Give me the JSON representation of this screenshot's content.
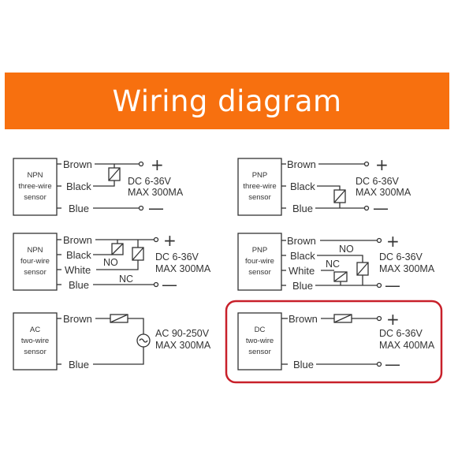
{
  "title": "Wiring diagram",
  "colors": {
    "banner": "#f7700f",
    "highlight": "#c8202a",
    "line": "#333333"
  },
  "panels": {
    "npn3": {
      "sensor": [
        "NPN",
        "three-wire",
        "sensor"
      ],
      "wires": [
        "Brown",
        "Black",
        "Blue"
      ],
      "spec": [
        "DC 6-36V",
        "MAX 300MA"
      ],
      "plus": "+",
      "minus": "—"
    },
    "pnp3": {
      "sensor": [
        "PNP",
        "three-wire",
        "sensor"
      ],
      "wires": [
        "Brown",
        "Black",
        "Blue"
      ],
      "spec": [
        "DC 6-36V",
        "MAX 300MA"
      ],
      "plus": "+",
      "minus": "—"
    },
    "npn4": {
      "sensor": [
        "NPN",
        "four-wire",
        "sensor"
      ],
      "wires": [
        "Brown",
        "Black",
        "White",
        "Blue"
      ],
      "contacts": [
        "NO",
        "NC"
      ],
      "spec": [
        "DC 6-36V",
        "MAX 300MA"
      ],
      "plus": "+",
      "minus": "—"
    },
    "pnp4": {
      "sensor": [
        "PNP",
        "four-wire",
        "sensor"
      ],
      "wires": [
        "Brown",
        "Black",
        "White",
        "Blue"
      ],
      "contacts": [
        "NO",
        "NC"
      ],
      "spec": [
        "DC 6-36V",
        "MAX 300MA"
      ],
      "plus": "+",
      "minus": "—"
    },
    "ac2": {
      "sensor": [
        "AC",
        "two-wire",
        "sensor"
      ],
      "wires": [
        "Brown",
        "Blue"
      ],
      "spec": [
        "AC 90-250V",
        "MAX 300MA"
      ]
    },
    "dc2": {
      "sensor": [
        "DC",
        "two-wire",
        "sensor"
      ],
      "wires": [
        "Brown",
        "Blue"
      ],
      "spec": [
        "DC 6-36V",
        "MAX 400MA"
      ],
      "plus": "+",
      "minus": "—"
    }
  }
}
